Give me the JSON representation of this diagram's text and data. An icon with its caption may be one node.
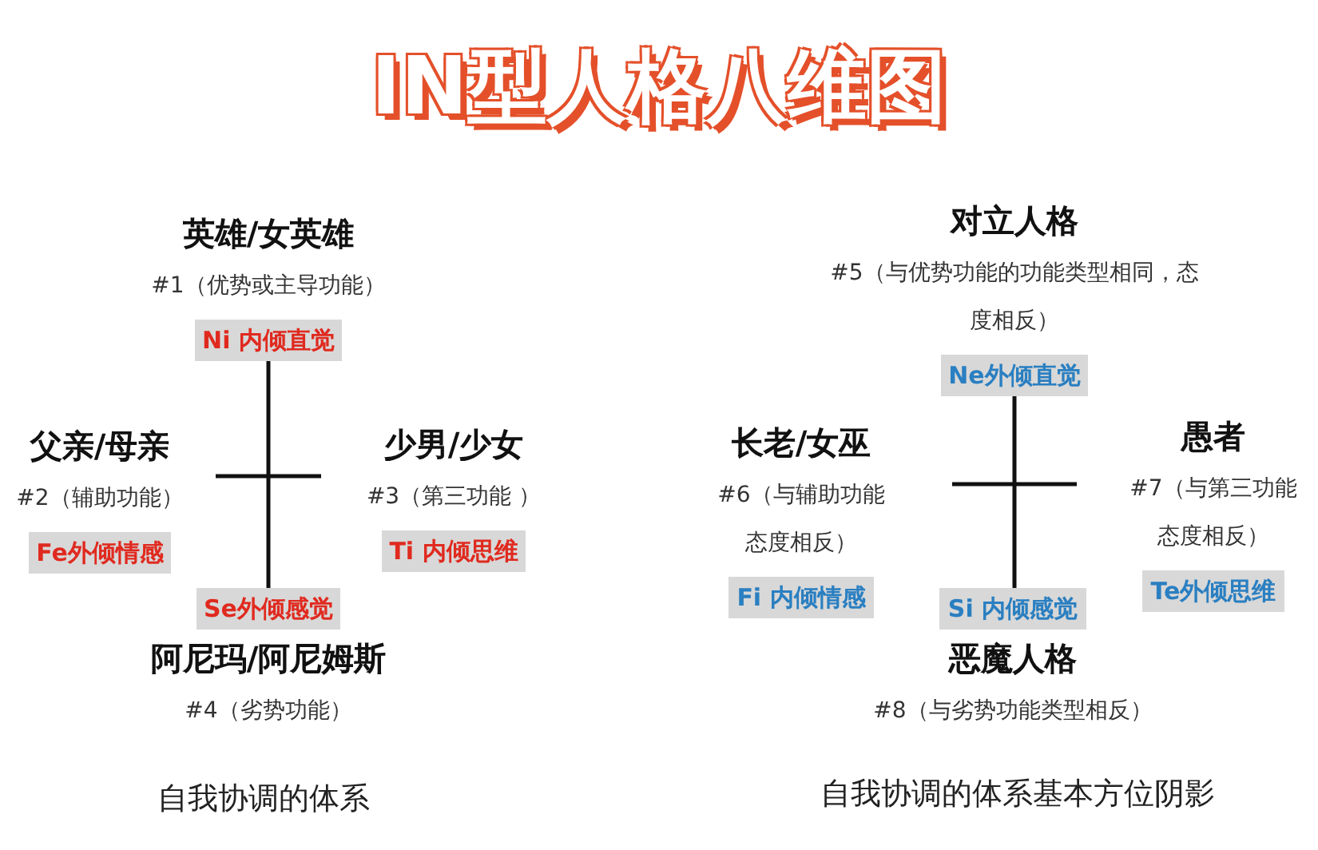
{
  "diagram": {
    "title": "IN型人格八维图",
    "nodes": [
      {
        "text": [
          "英雄/女英雄",
          "#1（优势或主导功能）",
          "Ni 内倾直觉"
        ]
      },
      {
        "text": [
          "父亲/母亲",
          "#2（辅助功能）",
          "Fe外倾情感"
        ]
      },
      {
        "text": [
          "少男/少女",
          "#3（第三功能 ）",
          "Ti 内倾思维"
        ]
      },
      {
        "text": [
          "Se外倾感觉",
          "阿尼玛/阿尼姆斯",
          "#4（劣势功能）"
        ]
      },
      {
        "text": [
          "对立人格",
          "#5（与优势功能的功能类型相同，态度相反）",
          "Ne外倾直觉"
        ]
      },
      {
        "text": [
          "长老/女巫",
          "#6（与辅助功能态度相反）",
          "Fi 内倾情感"
        ]
      },
      {
        "text": [
          "愚者",
          "#7（与第三功能态度相反）",
          "Te外倾思维"
        ]
      },
      {
        "text": [
          "Si 内倾感觉",
          "恶魔人格",
          "#8（与劣势功能类型相反）"
        ]
      }
    ],
    "edges": [
      {
        "from": 0,
        "to": 3,
        "arrow": "none"
      },
      {
        "from": 4,
        "to": 7,
        "arrow": "none"
      }
    ],
    "labels": [
      "自我协调的体系",
      "自我协调的体系基本方位阴影"
    ]
  }
}
